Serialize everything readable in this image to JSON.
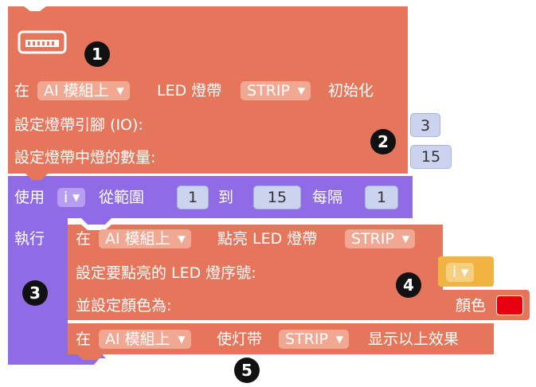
{
  "colors": {
    "led_block": "#e5765c",
    "loop_block": "#8f6ce6",
    "var_block": "#f2b441",
    "number_slot": "#ccd3ee",
    "swatch": "#e60012"
  },
  "icons": [
    "led-strip-icon"
  ],
  "init_block": {
    "row1": {
      "prefix": "在",
      "module": "AI 模組上",
      "mid": "LED 燈帶",
      "strip": "STRIP",
      "suffix": "初始化"
    },
    "pin_label": "設定燈帶引腳 (IO):",
    "pin_value": "3",
    "count_label": "設定燈帶中燈的數量:",
    "count_value": "15"
  },
  "loop_block": {
    "use_label": "使用",
    "var_name": "i",
    "range_label": "從範圍",
    "from_value": "1",
    "to_label": "到",
    "to_value": "15",
    "step_label": "每隔",
    "step_value": "1",
    "do_label": "執行"
  },
  "light_block": {
    "prefix": "在",
    "module": "AI 模組上",
    "mid": "點亮 LED 燈帶",
    "strip": "STRIP",
    "index_label": "設定要點亮的 LED 燈序號:",
    "index_var": "i",
    "color_label": "並設定顏色為:",
    "color_text": "顏色"
  },
  "show_block": {
    "prefix": "在",
    "module": "AI 模組上",
    "mid": "使灯带",
    "strip": "STRIP",
    "suffix": "显示以上效果"
  },
  "badges": [
    "1",
    "2",
    "3",
    "4",
    "5"
  ]
}
